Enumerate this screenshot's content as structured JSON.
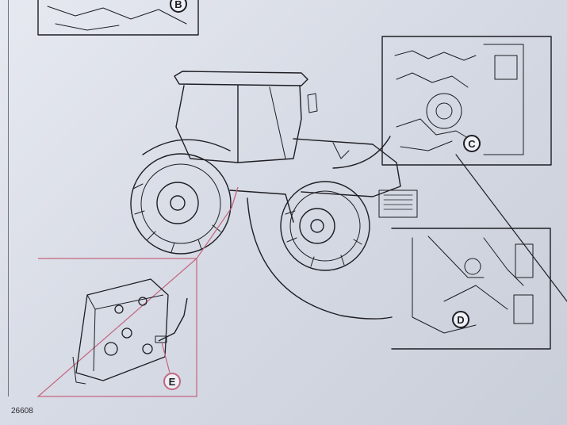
{
  "figure": {
    "number": "26608",
    "callouts": {
      "b": "B",
      "c": "C",
      "d": "D",
      "e": "E"
    }
  },
  "colors": {
    "line": "#1e1e24",
    "accent_pink": "#c2667f",
    "paper": "#e2e5ec"
  }
}
